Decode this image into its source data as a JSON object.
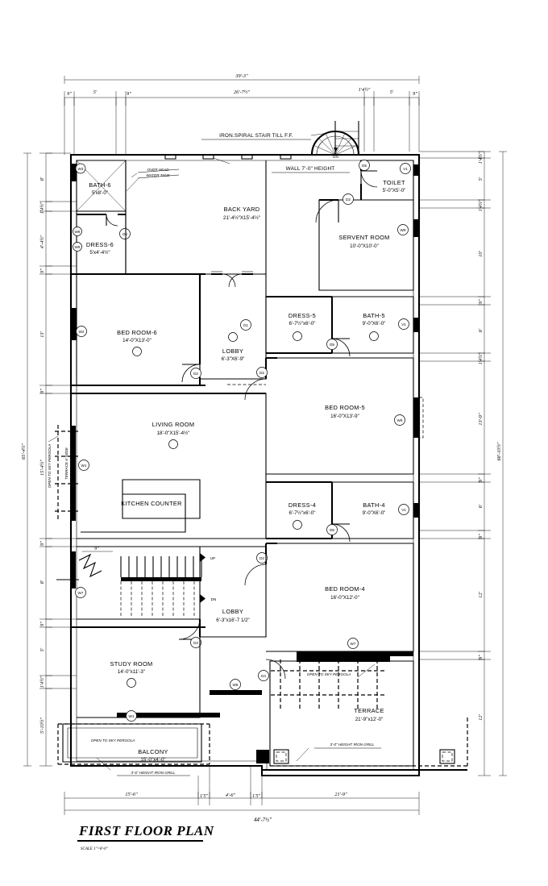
{
  "drawing": {
    "title": "FIRST FLOOR PLAN",
    "scale_note": "SCALE 1\"=8'-0\""
  },
  "rooms": [
    {
      "id": "bath-6",
      "name": "BATH-6",
      "size": "5'x8'-0\""
    },
    {
      "id": "dress-6",
      "name": "DRESS-6",
      "size": "5'x4'-4½\""
    },
    {
      "id": "back-yard",
      "name": "BACK YARD",
      "size": "21'-4½\"X15'-4½\""
    },
    {
      "id": "toilet",
      "name": "TOILET",
      "size": "5'-0\"X5'-0\""
    },
    {
      "id": "servent-room",
      "name": "SERVENT ROOM",
      "size": "10'-0\"X10'-0\""
    },
    {
      "id": "bed-room-6",
      "name": "BED ROOM-6",
      "size": "14'-0\"X13'-0\""
    },
    {
      "id": "lobby-upper",
      "name": "LOBBY",
      "size": "6'-3\"X6'-9\""
    },
    {
      "id": "dress-5",
      "name": "DRESS-5",
      "size": "6'-7½\"x6'-0\""
    },
    {
      "id": "bath-5",
      "name": "BATH-5",
      "size": "9'-0\"X6'-0\""
    },
    {
      "id": "bed-room-5",
      "name": "BED ROOM-5",
      "size": "16'-0\"X13'-9\""
    },
    {
      "id": "living-room",
      "name": "LIVING ROOM",
      "size": "18'-0\"X15'-4½\""
    },
    {
      "id": "dress-4",
      "name": "DRESS-4",
      "size": "6'-7½\"x6'-0\""
    },
    {
      "id": "bath-4",
      "name": "BATH-4",
      "size": "9'-0\"X6'-0\""
    },
    {
      "id": "bed-room-4",
      "name": "BED ROOM-4",
      "size": "16'-0\"X12'-0\""
    },
    {
      "id": "lobby-lower",
      "name": "LOBBY",
      "size": "6'-3\"x16'-7 1/2\""
    },
    {
      "id": "study-room",
      "name": "STUDY ROOM",
      "size": "14'-0\"x11'-3\""
    },
    {
      "id": "balcony",
      "name": "BALCONY",
      "size": "15'-0\"x4'-0\""
    },
    {
      "id": "terrace",
      "name": "TERRACE",
      "size": "21'-9\"x12'-0\""
    }
  ],
  "labels": {
    "kitchen_counter": "KITCHEN COUNTER",
    "iron_spiral_stair": "IRON.SPIRAL  STAIR TILL F.F.",
    "wall_height": "WALL 7'-0\" HEIGHT",
    "over_head_water_tank_l1": "OVER HEAD",
    "over_head_water_tank_l2": "WATER TANK",
    "open_to_sky_pergola": "OPEN TO SKY PERGOLA",
    "open_to_sky_pergola_terrace": "OPEN TO SKY PERGOLA",
    "open_to_sky_pergola_balcony": "OPEN TO SKY PERGOLA",
    "terrace_6_wide": "TERRACE 6' WIDE",
    "iron_grill_balcony": "3'-6\" HEIGHT IRON GRILL",
    "iron_grill_terrace": "3'-0\" HEIGHT IRON GRILL",
    "up": "UP",
    "dn_stair": "DN",
    "dn_spiral": "DN"
  },
  "dimensions": {
    "top_overall": "39'-3\"",
    "top_chain": [
      "9\"",
      "5'",
      "9\"",
      "26'-7½\"",
      "1'4½\"",
      "5'",
      "9\""
    ],
    "bottom_overall": "44'-7½\"",
    "bottom_chain": [
      "15'-6\"",
      "1'5\"",
      "4'-6\"",
      "1'5\"",
      "21'-9\""
    ],
    "left_overall": "65'-4½\"",
    "left_chain": [
      "8'",
      "1'4½\"",
      "4'-4½\"",
      "9\"",
      "13'",
      "9\"",
      "15'-4½\"",
      "9\"",
      "8'",
      "9\"",
      "5'",
      "1'4½\"",
      "5'-10½\""
    ],
    "right_overall": "68'-10½\"",
    "right_chain": [
      "1'4½\"",
      "5'",
      "1'4½\"",
      "10'",
      "9\"",
      "6'",
      "1'4½\"",
      "13'-9\"",
      "9\"",
      "6'",
      "9\"",
      "12'",
      "9\"",
      "12'"
    ]
  },
  "tags": {
    "doors": [
      "D1",
      "D2",
      "D4",
      "D5"
    ],
    "windows": [
      "W1",
      "W2",
      "W3",
      "W7",
      "W8",
      "W9"
    ],
    "vents": [
      "V1"
    ]
  },
  "colors": {
    "line": "#000000",
    "paper": "#ffffff"
  }
}
